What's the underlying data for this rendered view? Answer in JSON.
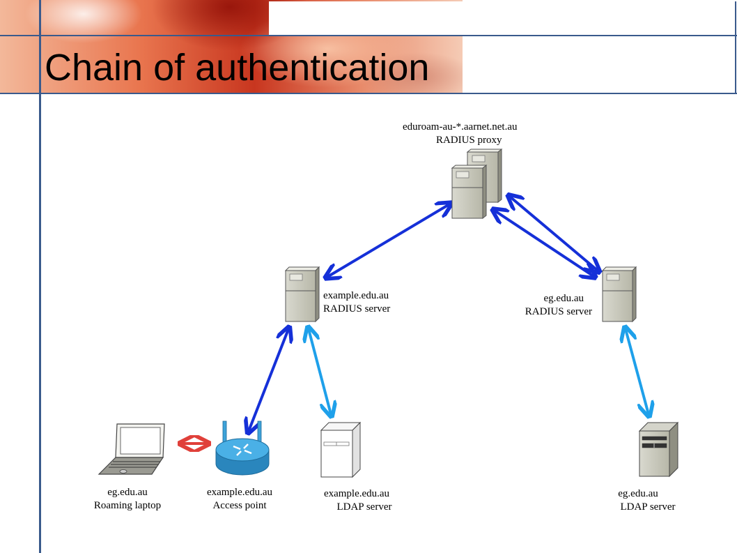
{
  "slide": {
    "title": "Chain of authentication"
  },
  "nodes": {
    "proxy": {
      "line1": "eduroam-au-*.aarnet.net.au",
      "line2": "RADIUS proxy"
    },
    "example_radius": {
      "line1": "example.edu.au",
      "line2": "RADIUS server"
    },
    "eg_radius": {
      "line1": "eg.edu.au",
      "line2": "RADIUS server"
    },
    "laptop": {
      "line1": "eg.edu.au",
      "line2": "Roaming laptop"
    },
    "access_point": {
      "line1": "example.edu.au",
      "line2": "Access point"
    },
    "example_ldap": {
      "line1": "example.edu.au",
      "line2": "LDAP server"
    },
    "eg_ldap": {
      "line1": "eg.edu.au",
      "line2": "LDAP server"
    }
  },
  "colors": {
    "frame": "#3a5a8c",
    "radius_link": "#1530d8",
    "ldap_link": "#1ea0ea",
    "wifi_link": "#e0403a",
    "router": "#3ea3d9"
  },
  "icons": [
    "server-icon",
    "tower-server-icon",
    "laptop-icon",
    "wireless-router-icon",
    "double-arrow"
  ]
}
